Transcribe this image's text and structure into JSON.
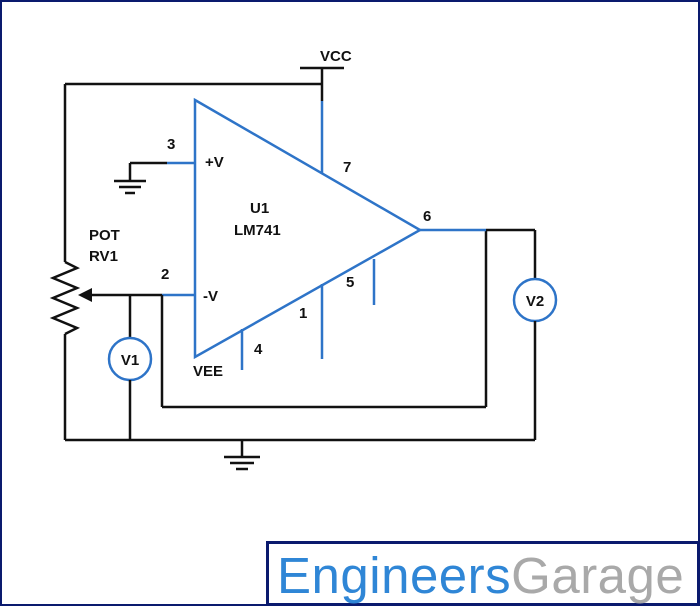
{
  "opamp": {
    "ref": "U1",
    "part": "LM741",
    "in_plus_label": "+V",
    "in_minus_label": "-V",
    "pins": {
      "p3": "3",
      "p2": "2",
      "p7": "7",
      "p6": "6",
      "p4": "4",
      "p1": "1",
      "p5": "5"
    }
  },
  "supply": {
    "vcc": "VCC",
    "vee": "VEE"
  },
  "pot": {
    "name": "POT",
    "ref": "RV1"
  },
  "meters": {
    "v1": "V1",
    "v2": "V2"
  },
  "logo": {
    "part1": "Engineers",
    "part2": "Garage"
  },
  "colors": {
    "pin": "#2e74c8",
    "wire": "#111111",
    "frame": "#0a1a6e",
    "logo_blue": "#2f86d6",
    "logo_gray": "#a9a9a9"
  }
}
